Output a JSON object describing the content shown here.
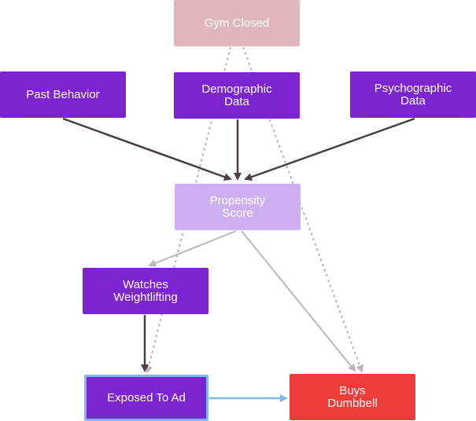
{
  "nodes": {
    "gym_closed": "Gym Closed",
    "past_behavior": "Past Behavior",
    "demographic_data": "Demographic\nData",
    "psychographic_data": "Psychographic\nData",
    "propensity_score": "Propensity\nScore",
    "watches_weightlifting": "Watches\nWeightlifting",
    "exposed_to_ad": "Exposed To Ad",
    "buys_dumbbell": "Buys\nDumbbell"
  },
  "edges": [
    {
      "from": "past_behavior",
      "to": "propensity_score",
      "style": "solid-dark"
    },
    {
      "from": "demographic_data",
      "to": "propensity_score",
      "style": "solid-dark"
    },
    {
      "from": "psychographic_data",
      "to": "propensity_score",
      "style": "solid-dark"
    },
    {
      "from": "propensity_score",
      "to": "watches_weightlifting",
      "style": "solid-light"
    },
    {
      "from": "propensity_score",
      "to": "buys_dumbbell",
      "style": "solid-light"
    },
    {
      "from": "watches_weightlifting",
      "to": "exposed_to_ad",
      "style": "solid-dark"
    },
    {
      "from": "exposed_to_ad",
      "to": "buys_dumbbell",
      "style": "solid-blue"
    },
    {
      "from": "gym_closed",
      "to": "exposed_to_ad",
      "style": "dotted"
    },
    {
      "from": "gym_closed",
      "to": "buys_dumbbell",
      "style": "dotted"
    }
  ],
  "colors": {
    "node_primary": "#7b24cf",
    "node_faded_pink": "#e1b5bc",
    "node_faded_purple": "#ceaff1",
    "node_outcome": "#ee3d38",
    "highlight_border": "#7fb8ea",
    "edge_dark": "#4a3f46",
    "edge_light": "#b9b9b9",
    "edge_blue": "#7fb8ea"
  }
}
